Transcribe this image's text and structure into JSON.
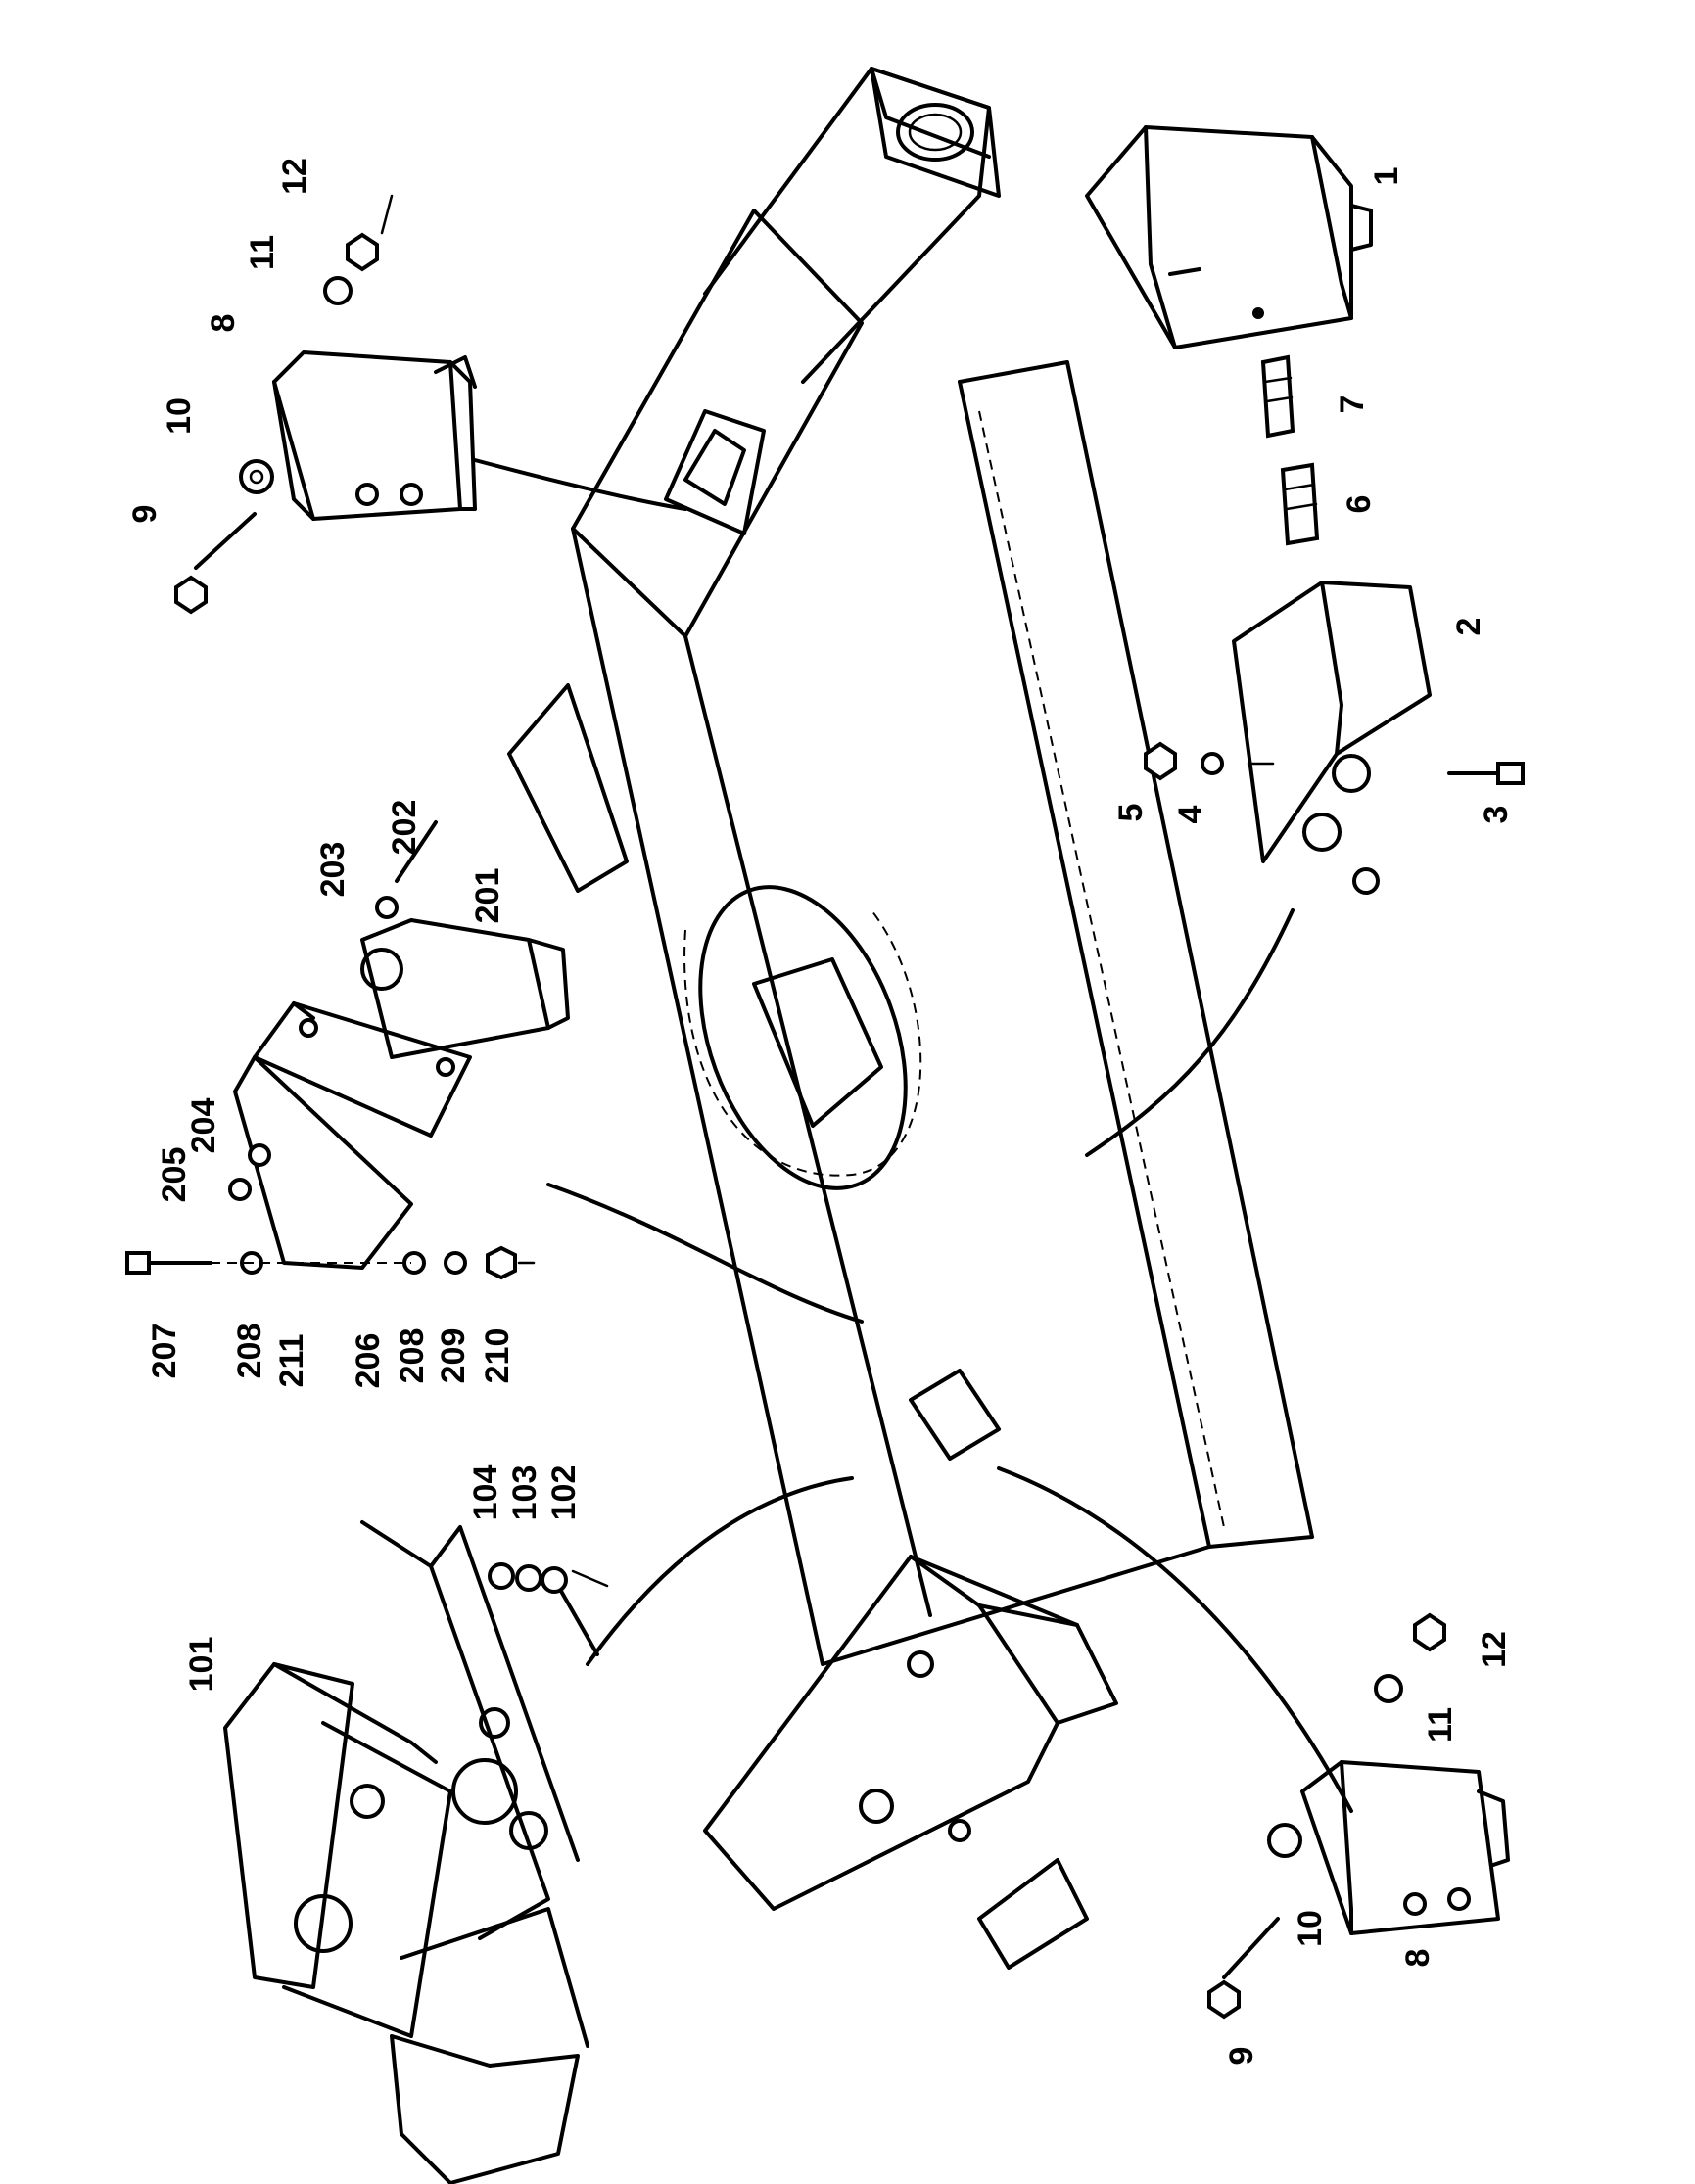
{
  "figure": {
    "callouts": {
      "c1": "1",
      "c2": "2",
      "c3": "3",
      "c4": "4",
      "c5": "5",
      "c6": "6",
      "c7": "7",
      "c8a": "8",
      "c9a": "9",
      "c10a": "10",
      "c11a": "11",
      "c12a": "12",
      "c8b": "8",
      "c9b": "9",
      "c10b": "10",
      "c11b": "11",
      "c12b": "12",
      "c101": "101",
      "c102": "102",
      "c103": "103",
      "c104": "104",
      "c201": "201",
      "c202": "202",
      "c203": "203",
      "c204": "204",
      "c205": "205",
      "c206": "206",
      "c207": "207",
      "c208a": "208",
      "c208b": "208",
      "c209": "209",
      "c210": "210",
      "c211": "211"
    }
  }
}
